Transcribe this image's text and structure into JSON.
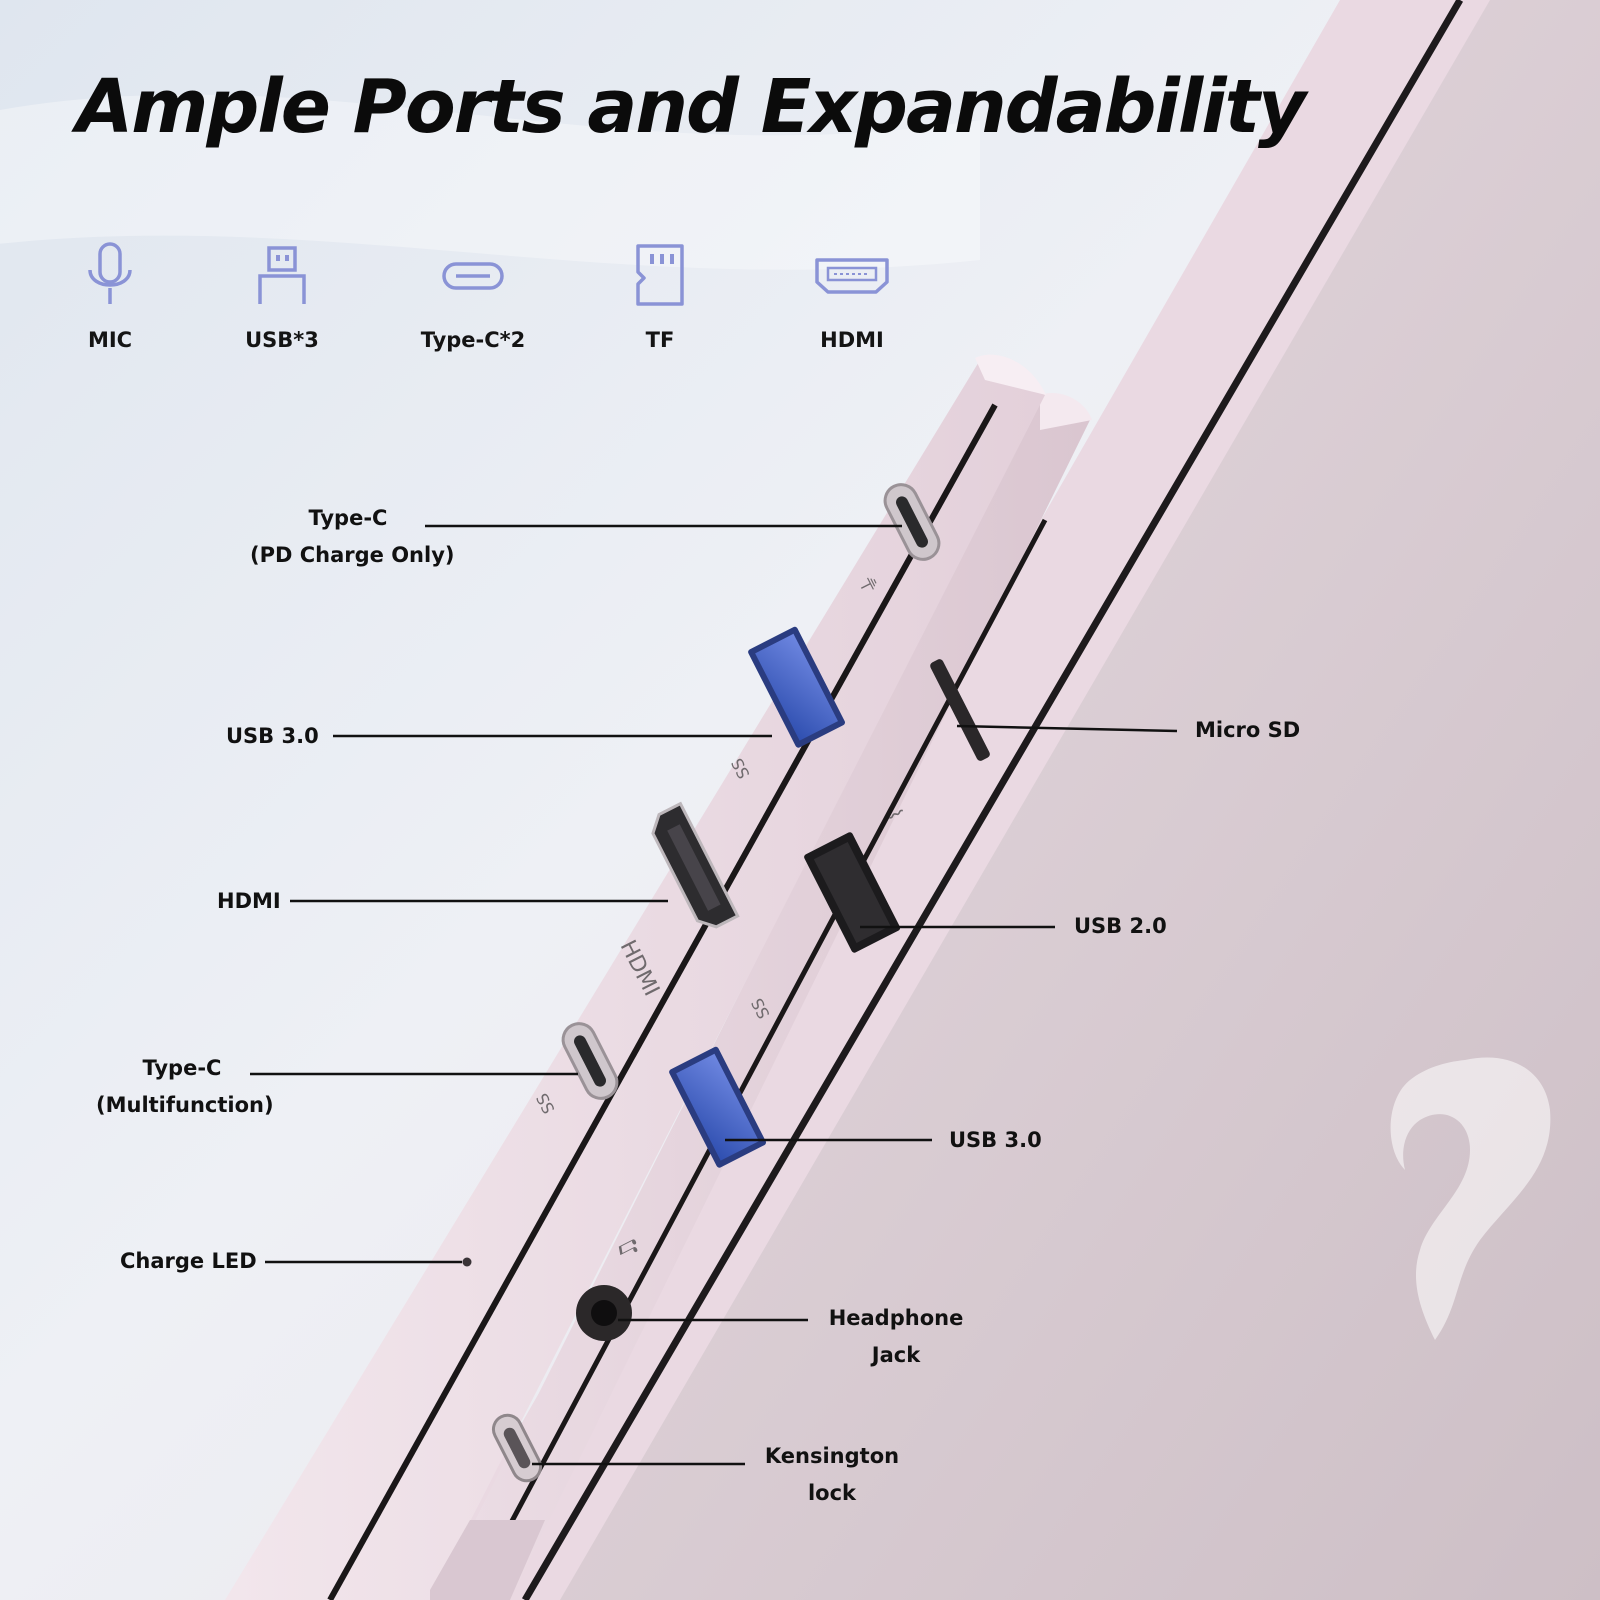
{
  "title": "Ample Ports and Expandability",
  "icons": [
    {
      "icon": "microphone-icon",
      "label": "MIC"
    },
    {
      "icon": "usb-a-icon",
      "label": "USB*3"
    },
    {
      "icon": "usb-c-icon",
      "label": "Type-C*2"
    },
    {
      "icon": "sd-card-icon",
      "label": "TF"
    },
    {
      "icon": "hdmi-icon",
      "label": "HDMI"
    }
  ],
  "callouts": {
    "type_c_pd": {
      "line1": "Type-C",
      "line2": "(PD Charge Only)"
    },
    "usb30_left": {
      "line1": "USB 3.0"
    },
    "hdmi": {
      "line1": "HDMI"
    },
    "type_c_multi": {
      "line1": "Type-C",
      "line2": "(Multifunction)"
    },
    "charge_led": {
      "line1": "Charge LED"
    },
    "micro_sd": {
      "line1": "Micro SD"
    },
    "usb20": {
      "line1": "USB 2.0"
    },
    "usb30_right": {
      "line1": "USB 3.0"
    },
    "headphone": {
      "line1": "Headphone",
      "line2": "Jack"
    },
    "kensington": {
      "line1": "Kensington",
      "line2": "lock"
    }
  },
  "device_labels": {
    "hdmi_print": "HDMI",
    "ss_mark": "SS"
  },
  "colors": {
    "icon_accent": "#8a93d6",
    "usb3_blue": "#3f5fc0",
    "device_body": "#e6d4de"
  }
}
